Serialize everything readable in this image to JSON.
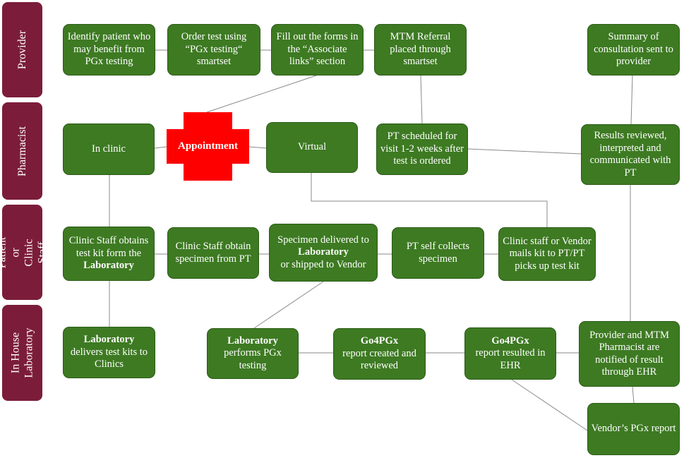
{
  "lanes": {
    "provider": "Provider",
    "pharmacist": "Pharmacist",
    "patient_staff": "Patient or\nClinic Staff",
    "laboratory": "In House\nLaboratory"
  },
  "nodes": {
    "identify": "Identify patient who may benefit from PGx testing",
    "order": "Order test using “PGx testing“ smartset",
    "forms": "Fill out the forms in the “Associate links” section",
    "mtm": "MTM Referral placed through smartset",
    "summary": "Summary of consultation sent to provider",
    "in_clinic": "In clinic",
    "appointment": "Appointment",
    "virtual": "Virtual",
    "pt_scheduled": "PT scheduled for visit 1-2 weeks after test is ordered",
    "results_reviewed": "Results reviewed, interpreted and communicated with PT",
    "staff_obtains_kit": {
      "a": "Clinic Staff obtains test kit form the",
      "b": "Laboratory"
    },
    "staff_obtain_specimen": "Clinic Staff obtain specimen from PT",
    "specimen_delivered": {
      "a": "Specimen delivered to",
      "b": "Laboratory",
      "c": "or shipped to Vendor"
    },
    "self_collects": "PT self collects specimen",
    "mails_kit": "Clinic staff or Vendor mails kit to PT/PT picks up test kit",
    "lab_delivers": {
      "a": "Laboratory",
      "b": "delivers test kits to Clinics"
    },
    "lab_performs": {
      "a": "Laboratory",
      "b": "performs PGx testing"
    },
    "go4pgx_created": {
      "a": "Go4PGx",
      "b": "report created and reviewed"
    },
    "go4pgx_resulted": {
      "a": "Go4PGx",
      "b": "report resulted in EHR"
    },
    "notified": "Provider and MTM Pharmacist are notified of result through EHR",
    "vendor_report": "Vendor’s PGx report"
  },
  "colors": {
    "lane_fill": "#7b1d3a",
    "box_fill": "#3d7a22",
    "appointment_fill": "#ff0000",
    "connector": "#8a8a8a"
  }
}
